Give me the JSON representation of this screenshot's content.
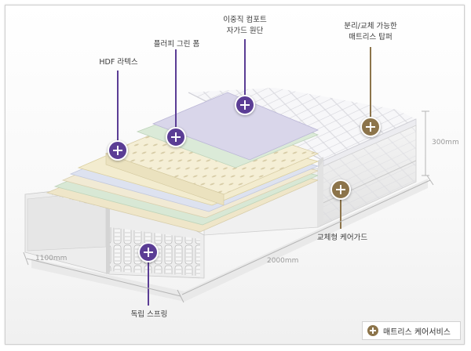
{
  "labels": {
    "hdf_latex": "HDF 라텍스",
    "premium_green_foam": "플러피 그린 폼",
    "dual_comfort_line1": "이중직 컴포트",
    "dual_comfort_line2": "자가드 원단",
    "detachable_line1": "분리/교체 가능한",
    "detachable_line2": "매트리스 탑퍼",
    "replaceable_cover": "교체형 케어가드",
    "pocket_spring": "독립 스프링"
  },
  "dimensions": {
    "height": "300mm",
    "width": "1100mm",
    "length": "2000mm"
  },
  "service_button": {
    "label": "매트리스 케어서비스",
    "icon": "plus-circle-icon"
  },
  "colors": {
    "hotspot_purple": "#5b3d95",
    "hotspot_gold": "#8c744a"
  }
}
